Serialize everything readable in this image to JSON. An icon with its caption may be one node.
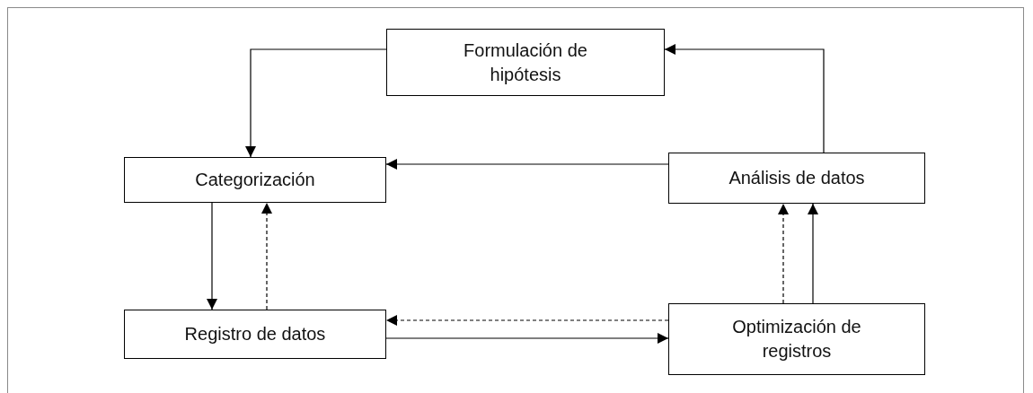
{
  "diagram": {
    "nodes": [
      {
        "text": [
          "Formulación de hipótesis"
        ]
      },
      {
        "text": [
          "Categorización"
        ]
      },
      {
        "text": [
          "Análisis de datos"
        ]
      },
      {
        "text": [
          "Registro de datos"
        ]
      },
      {
        "text": [
          "Optimización de registros"
        ]
      }
    ],
    "edges": [
      {
        "from": 0,
        "to": 1,
        "arrow": "to"
      },
      {
        "from": 2,
        "to": 0,
        "arrow": "to"
      },
      {
        "from": 2,
        "to": 1,
        "arrow": "to"
      },
      {
        "from": 1,
        "to": 3,
        "arrow": "to"
      },
      {
        "from": 3,
        "to": 1,
        "arrow": "to",
        "style": "dashed"
      },
      {
        "from": 4,
        "to": 2,
        "arrow": "to",
        "style": "dashed"
      },
      {
        "from": 4,
        "to": 2,
        "arrow": "to"
      },
      {
        "from": 4,
        "to": 3,
        "arrow": "to",
        "style": "dashed"
      },
      {
        "from": 3,
        "to": 4,
        "arrow": "to"
      }
    ]
  }
}
